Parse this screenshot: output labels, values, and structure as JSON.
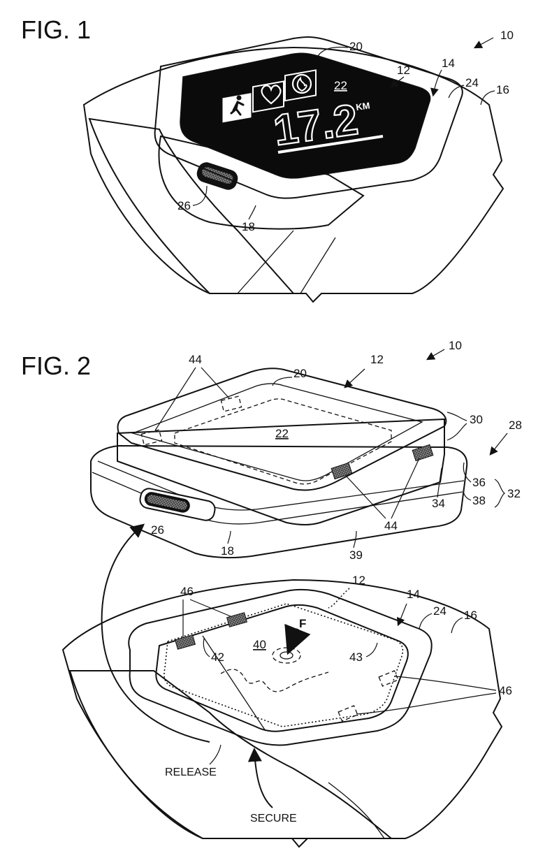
{
  "figures": [
    {
      "title": "FIG. 1",
      "screen": {
        "ref_label": "22",
        "reading_value": "17.2",
        "reading_unit": "KM",
        "icons": [
          "running-person-icon",
          "heart-icon",
          "flame-icon"
        ]
      },
      "reference_numerals": [
        "10",
        "20",
        "12",
        "14",
        "24",
        "16",
        "26",
        "18"
      ]
    },
    {
      "title": "FIG. 2",
      "reference_numerals": {
        "top_module": [
          "44",
          "20",
          "12",
          "10",
          "22",
          "30",
          "28",
          "36",
          "38",
          "32",
          "34",
          "44",
          "26",
          "18",
          "39"
        ],
        "band_seat": [
          "46",
          "12",
          "14",
          "24",
          "16",
          "40",
          "F",
          "42",
          "43",
          "46"
        ]
      },
      "motion_labels": {
        "release": "RELEASE",
        "secure": "SECURE"
      }
    }
  ],
  "colors": {
    "ink": "#111111",
    "band_fill": "#6f6f6f",
    "screen": "#0b0b0b",
    "paper": "#ffffff"
  }
}
